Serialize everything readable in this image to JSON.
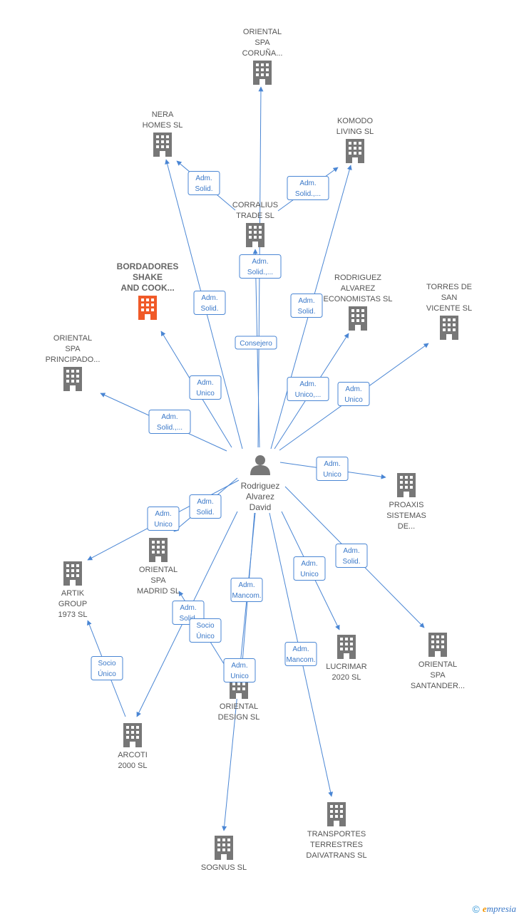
{
  "colors": {
    "edge": "#4a86d4",
    "building": "#777777",
    "highlight": "#f05a28",
    "person": "#777777"
  },
  "center": {
    "label": [
      "Rodriguez",
      "Alvarez",
      "David"
    ]
  },
  "companies": [
    {
      "id": "oriental-spa-coruna",
      "label": [
        "ORIENTAL",
        "SPA",
        "CORUÑA..."
      ],
      "highlight": false
    },
    {
      "id": "nera-homes",
      "label": [
        "NERA",
        "HOMES  SL"
      ],
      "highlight": false
    },
    {
      "id": "komodo-living",
      "label": [
        "KOMODO",
        "LIVING  SL"
      ],
      "highlight": false
    },
    {
      "id": "corralius-trade",
      "label": [
        "CORRALIUS",
        "TRADE SL"
      ],
      "highlight": false
    },
    {
      "id": "bordadores-shake",
      "label": [
        "BORDADORES",
        "SHAKE",
        "AND COOK..."
      ],
      "highlight": true
    },
    {
      "id": "rodriguez-alvarez-economistas",
      "label": [
        "RODRIGUEZ",
        "ALVAREZ",
        "ECONOMISTAS SL"
      ],
      "highlight": false
    },
    {
      "id": "torres-san-vicente",
      "label": [
        "TORRES DE",
        "SAN",
        "VICENTE SL"
      ],
      "highlight": false
    },
    {
      "id": "oriental-spa-principado",
      "label": [
        "ORIENTAL",
        "SPA",
        "PRINCIPADO..."
      ],
      "highlight": false
    },
    {
      "id": "proaxis-sistemas",
      "label": [
        "PROAXIS",
        "SISTEMAS",
        "DE..."
      ],
      "highlight": false
    },
    {
      "id": "oriental-spa-madrid",
      "label": [
        "ORIENTAL",
        "SPA",
        "MADRID  SL"
      ],
      "highlight": false
    },
    {
      "id": "artik-group",
      "label": [
        "ARTIK",
        "GROUP",
        "1973  SL"
      ],
      "highlight": false
    },
    {
      "id": "lucrimar-2020",
      "label": [
        "LUCRIMAR",
        "2020  SL"
      ],
      "highlight": false
    },
    {
      "id": "oriental-spa-santander",
      "label": [
        "ORIENTAL",
        "SPA",
        "SANTANDER..."
      ],
      "highlight": false
    },
    {
      "id": "oriental-design",
      "label": [
        "ORIENTAL",
        "DESIGN SL"
      ],
      "highlight": false
    },
    {
      "id": "arcoti-2000",
      "label": [
        "ARCOTI",
        "2000 SL"
      ],
      "highlight": false
    },
    {
      "id": "transportes-terrestres",
      "label": [
        "TRANSPORTES",
        "TERRESTRES",
        "DAIVATRANS SL"
      ],
      "highlight": false
    },
    {
      "id": "sognus",
      "label": [
        "SOGNUS SL"
      ],
      "highlight": false
    }
  ],
  "edge_labels": [
    {
      "id": "e-coruna",
      "text": [
        "Adm.",
        "Solid.,..."
      ]
    },
    {
      "id": "e-nera",
      "text": [
        "Adm.",
        "Solid."
      ]
    },
    {
      "id": "e-corralius-nera",
      "text": [
        "Adm.",
        "Solid."
      ]
    },
    {
      "id": "e-komodo",
      "text": [
        "Adm.",
        "Solid."
      ]
    },
    {
      "id": "e-corralius-komodo",
      "text": [
        "Adm.",
        "Solid.,..."
      ]
    },
    {
      "id": "e-corralius",
      "text": [
        "Consejero"
      ]
    },
    {
      "id": "e-bordadores",
      "text": [
        "Adm.",
        "Unico"
      ]
    },
    {
      "id": "e-economistas",
      "text": [
        "Adm.",
        "Unico,..."
      ]
    },
    {
      "id": "e-torres",
      "text": [
        "Adm.",
        "Unico"
      ]
    },
    {
      "id": "e-principado",
      "text": [
        "Adm.",
        "Solid.,..."
      ]
    },
    {
      "id": "e-proaxis",
      "text": [
        "Adm.",
        "Unico"
      ]
    },
    {
      "id": "e-madrid",
      "text": [
        "Adm.",
        "Solid."
      ]
    },
    {
      "id": "e-artik",
      "text": [
        "Adm.",
        "Unico"
      ]
    },
    {
      "id": "e-lucrimar",
      "text": [
        "Adm.",
        "Unico"
      ]
    },
    {
      "id": "e-santander",
      "text": [
        "Adm.",
        "Solid."
      ]
    },
    {
      "id": "e-design-mancom",
      "text": [
        "Adm.",
        "Mancom."
      ]
    },
    {
      "id": "e-arcoti",
      "text": [
        "Adm.",
        "Solid."
      ]
    },
    {
      "id": "e-design-socio",
      "text": [
        "Socio",
        "Único"
      ]
    },
    {
      "id": "e-design-unico",
      "text": [
        "Adm.",
        "Unico"
      ]
    },
    {
      "id": "e-transportes",
      "text": [
        "Adm.",
        "Mancom."
      ]
    },
    {
      "id": "e-arcoti-artik",
      "text": [
        "Socio",
        "Único"
      ]
    }
  ],
  "footer": {
    "copyright": "©",
    "brand_initial": "e",
    "brand_rest": "mpresia"
  }
}
